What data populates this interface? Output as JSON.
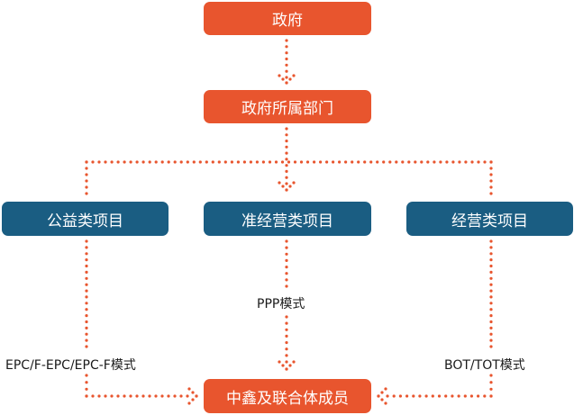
{
  "nodes": {
    "government": "政府",
    "government_department": "政府所属部门",
    "public_welfare_project": "公益类项目",
    "quasi_commercial_project": "准经营类项目",
    "commercial_project": "经营类项目",
    "consortium_members": "中鑫及联合体成员"
  },
  "edge_labels": {
    "ppp": "PPP模式",
    "epc": "EPC/F-EPC/EPC-F模式",
    "bot": "BOT/TOT模式"
  },
  "colors": {
    "top_nodes": "#e8552e",
    "project_nodes": "#1a5d82",
    "connector_dots": "#e8552e"
  }
}
